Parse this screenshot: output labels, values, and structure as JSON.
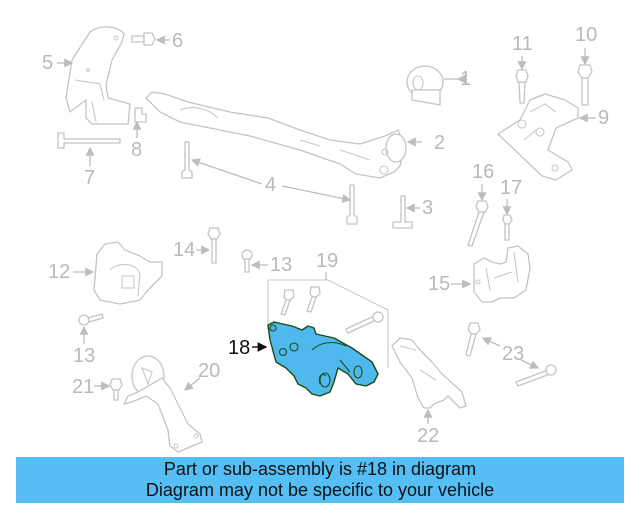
{
  "diagram": {
    "highlighted_part": "18",
    "highlight_color": "#4fb8ec",
    "callouts": [
      {
        "id": "1",
        "label": "1"
      },
      {
        "id": "2",
        "label": "2"
      },
      {
        "id": "3",
        "label": "3"
      },
      {
        "id": "4",
        "label": "4"
      },
      {
        "id": "5",
        "label": "5"
      },
      {
        "id": "6",
        "label": "6"
      },
      {
        "id": "7",
        "label": "7"
      },
      {
        "id": "8",
        "label": "8"
      },
      {
        "id": "9",
        "label": "9"
      },
      {
        "id": "10",
        "label": "10"
      },
      {
        "id": "11",
        "label": "11"
      },
      {
        "id": "12",
        "label": "12"
      },
      {
        "id": "13a",
        "label": "13"
      },
      {
        "id": "13b",
        "label": "13"
      },
      {
        "id": "14",
        "label": "14"
      },
      {
        "id": "15",
        "label": "15"
      },
      {
        "id": "16",
        "label": "16"
      },
      {
        "id": "17",
        "label": "17"
      },
      {
        "id": "18",
        "label": "18"
      },
      {
        "id": "19",
        "label": "19"
      },
      {
        "id": "20",
        "label": "20"
      },
      {
        "id": "21",
        "label": "21"
      },
      {
        "id": "22",
        "label": "22"
      },
      {
        "id": "23",
        "label": "23"
      }
    ]
  },
  "banner": {
    "line1": "Part or sub-assembly is #18 in diagram",
    "line2": "Diagram may not be specific to your vehicle",
    "background": "#55bef5"
  }
}
